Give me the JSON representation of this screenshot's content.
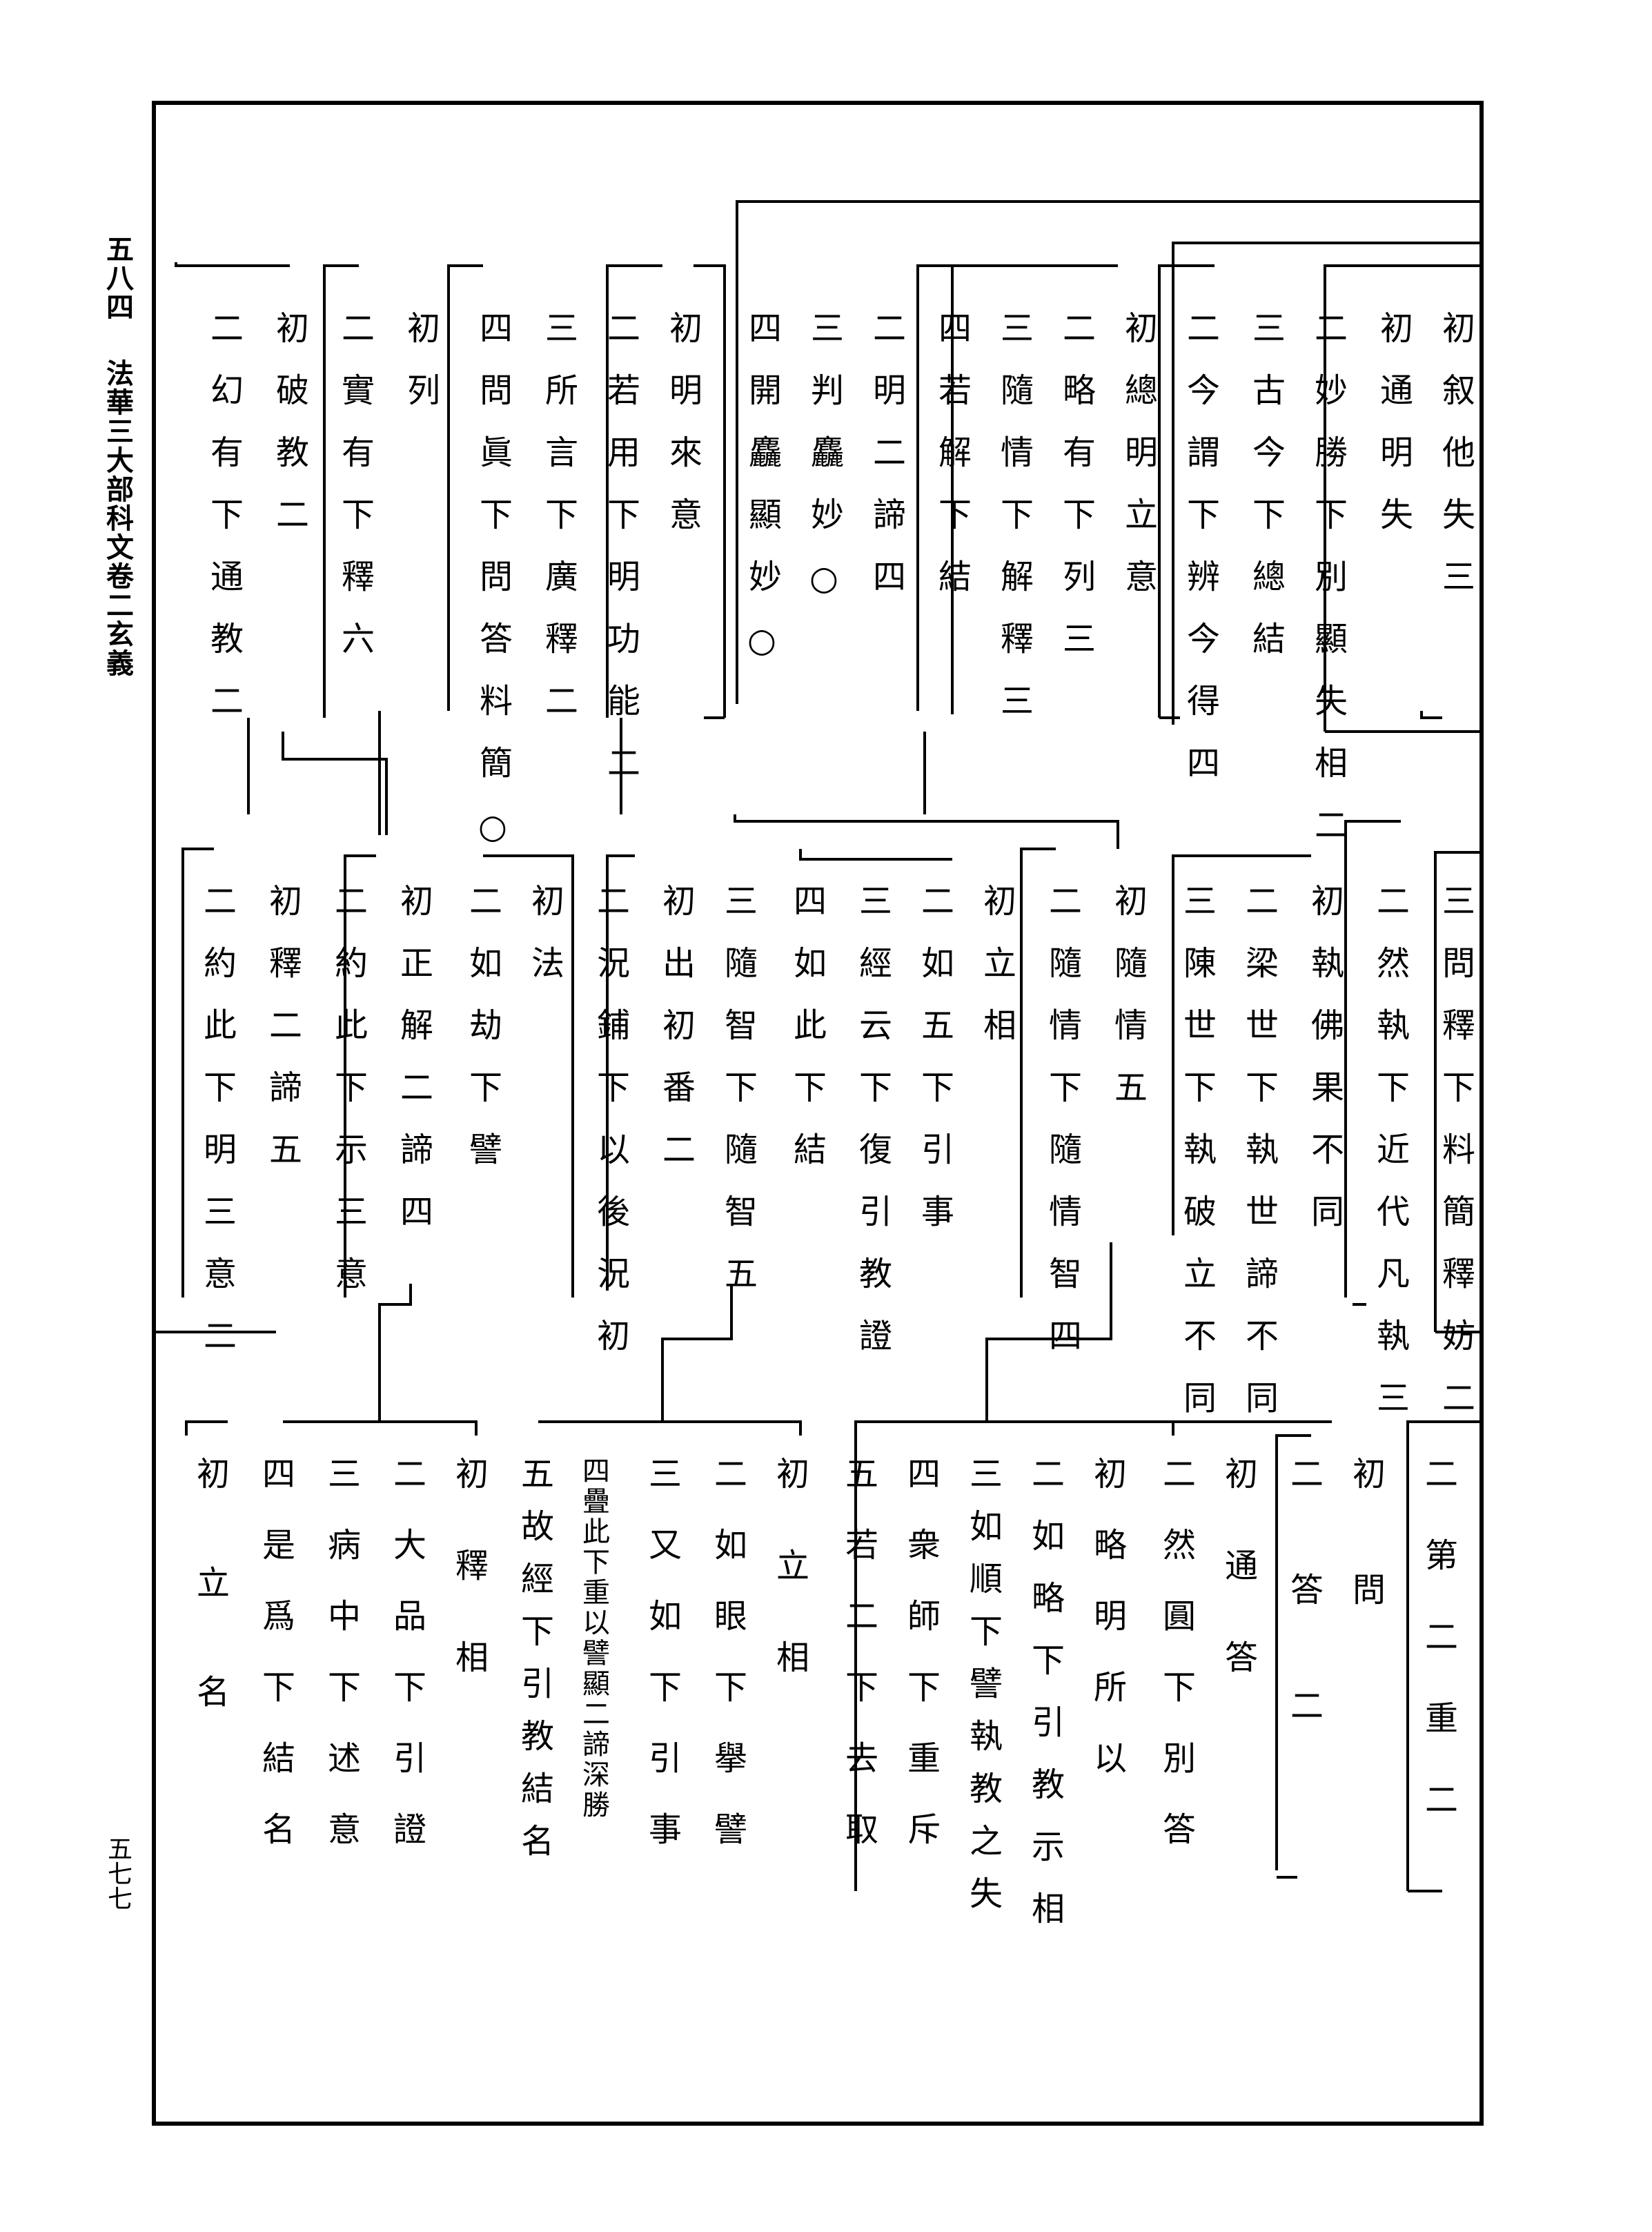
{
  "margin": {
    "volume_page": "五八四",
    "book_title": "法華三大部科文卷二玄義",
    "page_number": "五七七"
  },
  "row1": [
    "初叙他失三",
    "初通明失",
    "二妙勝下別顯失相二",
    "三古今下總結",
    "二今謂下辨今得四",
    "初總明立意",
    "二略有下列三",
    "三隨情下解釋三",
    "四若解下結",
    "二明二諦四",
    "三判麤妙○",
    "四開麤顯妙○",
    "初明來意",
    "二若用下明功能二",
    "三所言下廣釋二",
    "四問眞下問答料簡○",
    "初列",
    "二實有下釋六",
    "初破教二",
    "二幻有下通教二"
  ],
  "row2": [
    "三問釋下料簡釋妨二",
    "二然執下近代凡執三",
    "初執佛果不同",
    "二梁世下執世諦不同",
    "三陳世下執破立不同",
    "初隨情五",
    "二隨情下隨情智四",
    "初立相",
    "二如五下引事",
    "三經云下復引教證",
    "四如此下結",
    "三隨智下隨智五",
    "初出初番二",
    "二況鋪下以後況初",
    "初法",
    "二如劫下譬",
    "初正解二諦四",
    "二約此下示三意",
    "初釋二諦五",
    "二約此下明三意二"
  ],
  "row3": [
    "二第二重二",
    "初問",
    "二答二",
    "初通答",
    "二然圓下別答",
    "初略明所以",
    "二如略下引教示相",
    "三如順下譬執教之失",
    "四衆師下重斥",
    "五若二下去取",
    "初立相",
    "二如眼下擧譬",
    "三又如下引事",
    "四疊此下重以譬顯二諦深勝",
    "五故經下引教結名",
    "初釋相",
    "二大品下引證",
    "三病中下述意",
    "四是爲下結名",
    "初立名"
  ]
}
